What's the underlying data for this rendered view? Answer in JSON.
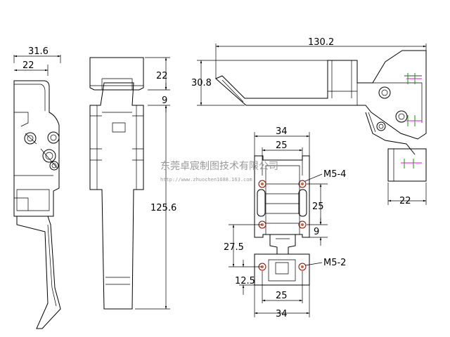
{
  "side_view": {
    "overall_width": "31.6",
    "hook_width": "22"
  },
  "front_view": {
    "top_height": "22",
    "gap": "9",
    "body_height": "125.6"
  },
  "top_view": {
    "overall_length": "130.2",
    "height": "30.8",
    "hook_width": "22"
  },
  "base_view": {
    "outer_width_top": "34",
    "hole_spacing_top": "25",
    "hole_spacing_vertical": "25",
    "slot_offset": "9",
    "hook_offset": "27.5",
    "hook_plate_height": "12.5",
    "hole_spacing_bottom": "25",
    "outer_width_bottom": "34",
    "screw_label_main": "M5-4",
    "screw_label_hook": "M5-2"
  },
  "watermark": {
    "company": "东莞卓宸制图技术有限公司",
    "url": "http://www.zhuochen1688.163.com"
  },
  "colors": {
    "line": "#000000",
    "hole": "#8b0000",
    "hidden": "#00a000",
    "accent": "#ff00ff",
    "watermark": "#9a9a9a"
  }
}
